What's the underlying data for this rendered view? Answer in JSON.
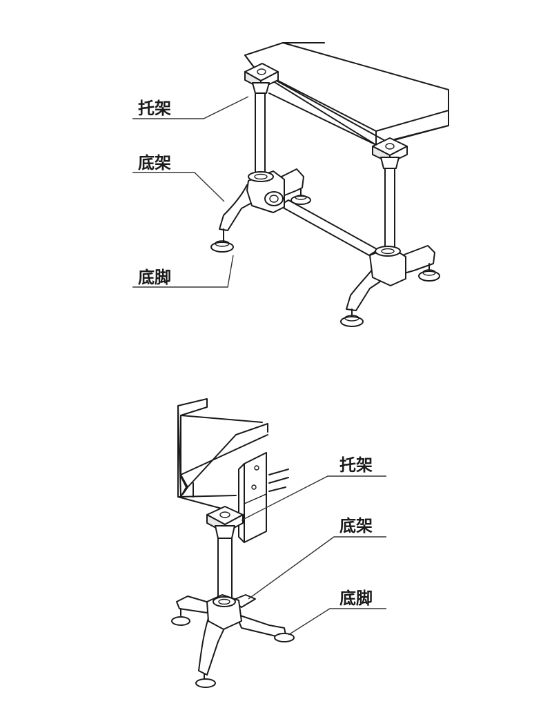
{
  "diagrams": [
    {
      "labels": [
        {
          "id": "bracket",
          "text": "托架"
        },
        {
          "id": "base_frame",
          "text": "底架"
        },
        {
          "id": "foot",
          "text": "底脚"
        }
      ]
    },
    {
      "labels": [
        {
          "id": "bracket",
          "text": "托架"
        },
        {
          "id": "base_frame",
          "text": "底架"
        },
        {
          "id": "foot",
          "text": "底脚"
        }
      ]
    }
  ]
}
